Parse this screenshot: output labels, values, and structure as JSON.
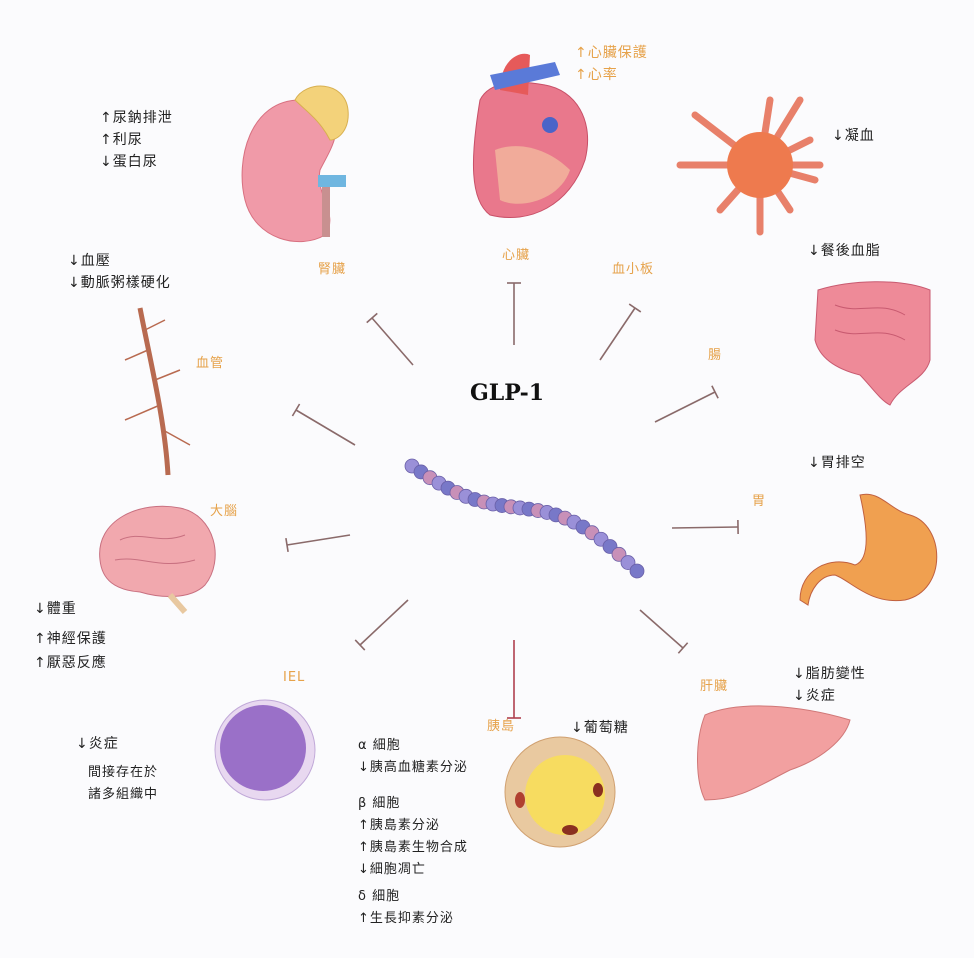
{
  "title": "GLP-1",
  "colors": {
    "label": "#e6a24a",
    "text": "#222222",
    "arrow": "#8a6a6a",
    "pancreas_arrow": "#b04050"
  },
  "organs": {
    "kidney": {
      "label": "腎臟",
      "effects": [
        "↑尿鈉排泄",
        "↑利尿",
        "↓蛋白尿"
      ]
    },
    "heart": {
      "label": "心臟",
      "effects": [
        "↑心臟保護",
        "↑心率"
      ]
    },
    "platelet": {
      "label": "血小板",
      "effects": [
        "↓凝血"
      ]
    },
    "gut": {
      "label": "腸",
      "effects": [
        "↓餐後血脂"
      ]
    },
    "stomach": {
      "label": "胃",
      "effects": [
        "↓胃排空"
      ]
    },
    "liver": {
      "label": "肝臟",
      "effects": [
        "↓脂肪變性",
        "↓炎症"
      ]
    },
    "islet": {
      "label": "胰島",
      "glucose": "↓葡萄糖",
      "alpha": {
        "title": "α 細胞",
        "effects": [
          "↓胰高血糖素分泌"
        ]
      },
      "beta": {
        "title": "β 細胞",
        "effects": [
          "↑胰島素分泌",
          "↑胰島素生物合成",
          "↓細胞凋亡"
        ]
      },
      "delta": {
        "title": "δ 細胞",
        "effects": [
          "↑生長抑素分泌"
        ]
      }
    },
    "iel": {
      "label": "IEL",
      "effects": [
        "↓炎症"
      ],
      "note": [
        "間接存在於",
        "諸多組織中"
      ]
    },
    "brain": {
      "label": "大腦",
      "effects": [
        "↓體重",
        "↑神經保護",
        "↑厭惡反應"
      ]
    },
    "vessel": {
      "label": "血管",
      "effects": [
        "↓血壓",
        "↓動脈粥樣硬化"
      ]
    }
  }
}
